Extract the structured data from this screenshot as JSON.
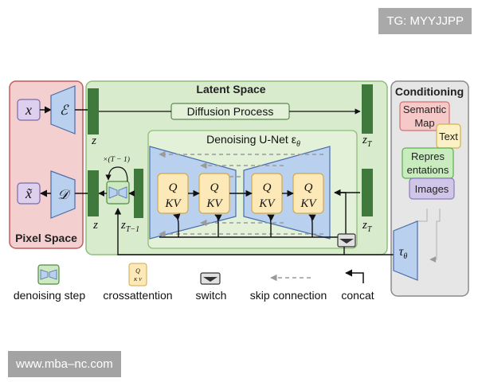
{
  "watermarks": {
    "top": "TG: MYYJJPP",
    "bottom": "www.mba–nc.com"
  },
  "pixel_space": {
    "label": "Pixel Space",
    "x": "x",
    "x_tilde": "x̃",
    "encoder": "ℰ",
    "decoder": "𝒟"
  },
  "latent_space": {
    "label": "Latent Space",
    "diffusion": "Diffusion Process",
    "z": "z",
    "z_T": "z",
    "z_T_sub": "T",
    "z_t1": "z",
    "z_t1_sub": "T−1",
    "loop_label": "×(T − 1)"
  },
  "unet": {
    "label": "Denoising U-Net ε",
    "label_sub": "θ",
    "q": "Q",
    "kv": "KV"
  },
  "conditioning": {
    "label": "Conditioning",
    "semantic_map": "Semantic\nMap",
    "text": "Text",
    "representations": "Repres\nentations",
    "images": "Images",
    "tau": "τ",
    "tau_sub": "θ"
  },
  "legend": {
    "denoising": "denoising step",
    "crossattention": "crossattention",
    "switch": "switch",
    "skip": "skip connection",
    "concat": "concat",
    "mini_q": "Q",
    "mini_kv": "K V"
  },
  "colors": {
    "pixel_bg": "#f4cfcf",
    "pixel_border": "#c45a5a",
    "latent_bg": "#d8ebcc",
    "latent_border": "#8fbf7a",
    "unet_bg": "#e3f1d9",
    "trapezoid": "#b9d0ef",
    "qkv": "#fde9b8",
    "latent_bar": "#3f7a3c",
    "cond_bg": "#e6e6e6",
    "semantic": "#f6c9c9",
    "text": "#fbf1c4",
    "representations": "#c9ecbf",
    "images": "#d0c7e8",
    "xbox": "#ddd0ef"
  }
}
